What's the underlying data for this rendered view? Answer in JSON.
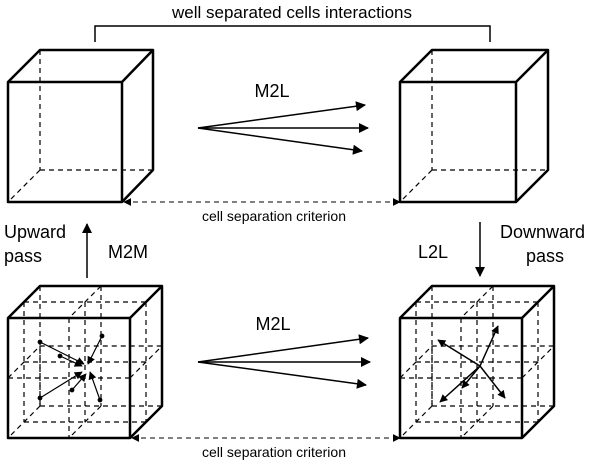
{
  "header": {
    "title": "well separated cells interactions"
  },
  "labels": {
    "m2l_top": "M2L",
    "m2l_bottom": "M2L",
    "m2m": "M2M",
    "l2l": "L2L",
    "upward_line1": "Upward",
    "upward_line2": "pass",
    "downward_line1": "Downward",
    "downward_line2": "pass",
    "separation_top": "cell separation criterion",
    "separation_bottom": "cell separation criterion"
  },
  "colors": {
    "stroke": "#000000",
    "background": "#ffffff"
  }
}
